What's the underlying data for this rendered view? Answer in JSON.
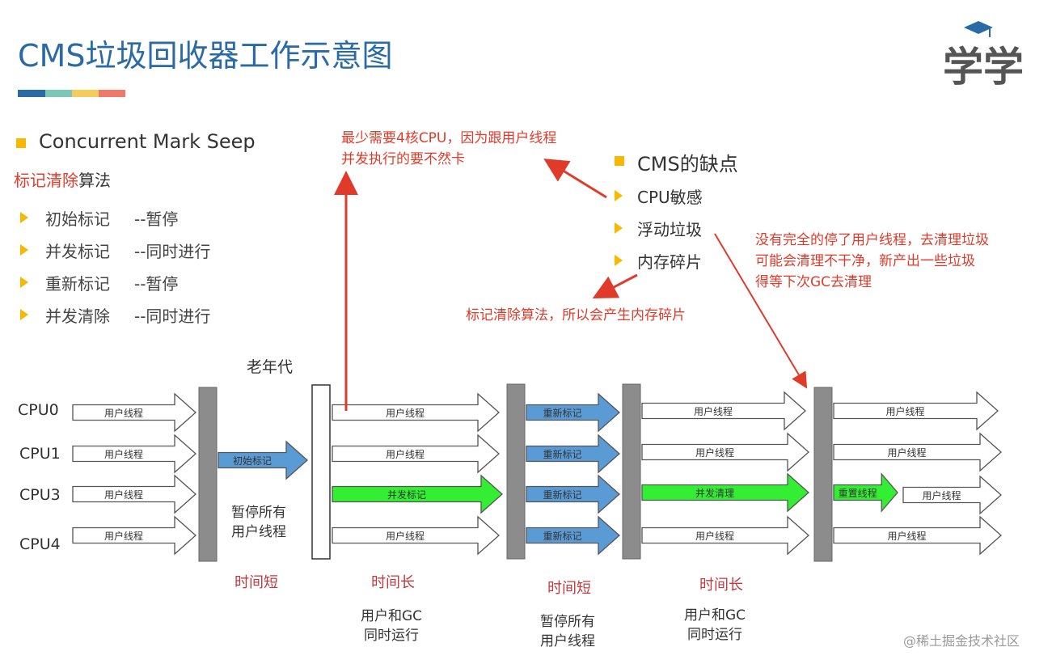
{
  "title": "CMS垃圾回收器工作示意图",
  "logo": {
    "lettering": "学学"
  },
  "left_panel": {
    "heading": "Concurrent Mark Seep",
    "subtitle_red": "标记清除",
    "subtitle_black": "算法",
    "steps": [
      {
        "name": "初始标记",
        "note": "--暂停"
      },
      {
        "name": "并发标记",
        "note": "--同时进行"
      },
      {
        "name": "重新标记",
        "note": "--暂停"
      },
      {
        "name": "并发清除",
        "note": "--同时进行"
      }
    ]
  },
  "drawbacks": {
    "heading": "CMS的缺点",
    "items": [
      "CPU敏感",
      "浮动垃圾",
      "内存碎片"
    ]
  },
  "annotations": {
    "cpu_note": [
      "最少需要4核CPU，因为跟用户线程",
      "并发执行的要不然卡"
    ],
    "float_note": [
      "没有完全的停了用户线程，去清理垃圾",
      "可能会清理不干净，新产出一些垃圾",
      "得等下次GC去清理"
    ],
    "frag_note": "标记清除算法，所以会产生内存碎片"
  },
  "diagram": {
    "old_gen_label": "老年代",
    "cpus": [
      "CPU0",
      "CPU1",
      "CPU3",
      "CPU4"
    ],
    "user_thread": "用户线程",
    "initial_mark": "初始标记",
    "concurrent_mark": "并发标记",
    "remark": "重新标记",
    "concurrent_sweep": "并发清理",
    "reset_thread": "重置线程",
    "pause_all": [
      "暂停所有",
      "用户线程"
    ],
    "times": [
      "时间短",
      "时间长",
      "时间短",
      "时间长"
    ],
    "concurrent_caption": [
      "用户和GC",
      "同时运行"
    ],
    "pause_caption": [
      "暂停所有",
      "用户线程"
    ],
    "colors": {
      "blue": "#5b9bd5",
      "green": "#33ee33",
      "gray": "#8c8c8c",
      "title": "#2a6aa5",
      "red": "#e03b2a"
    }
  },
  "watermark": "@稀土掘金技术社区"
}
